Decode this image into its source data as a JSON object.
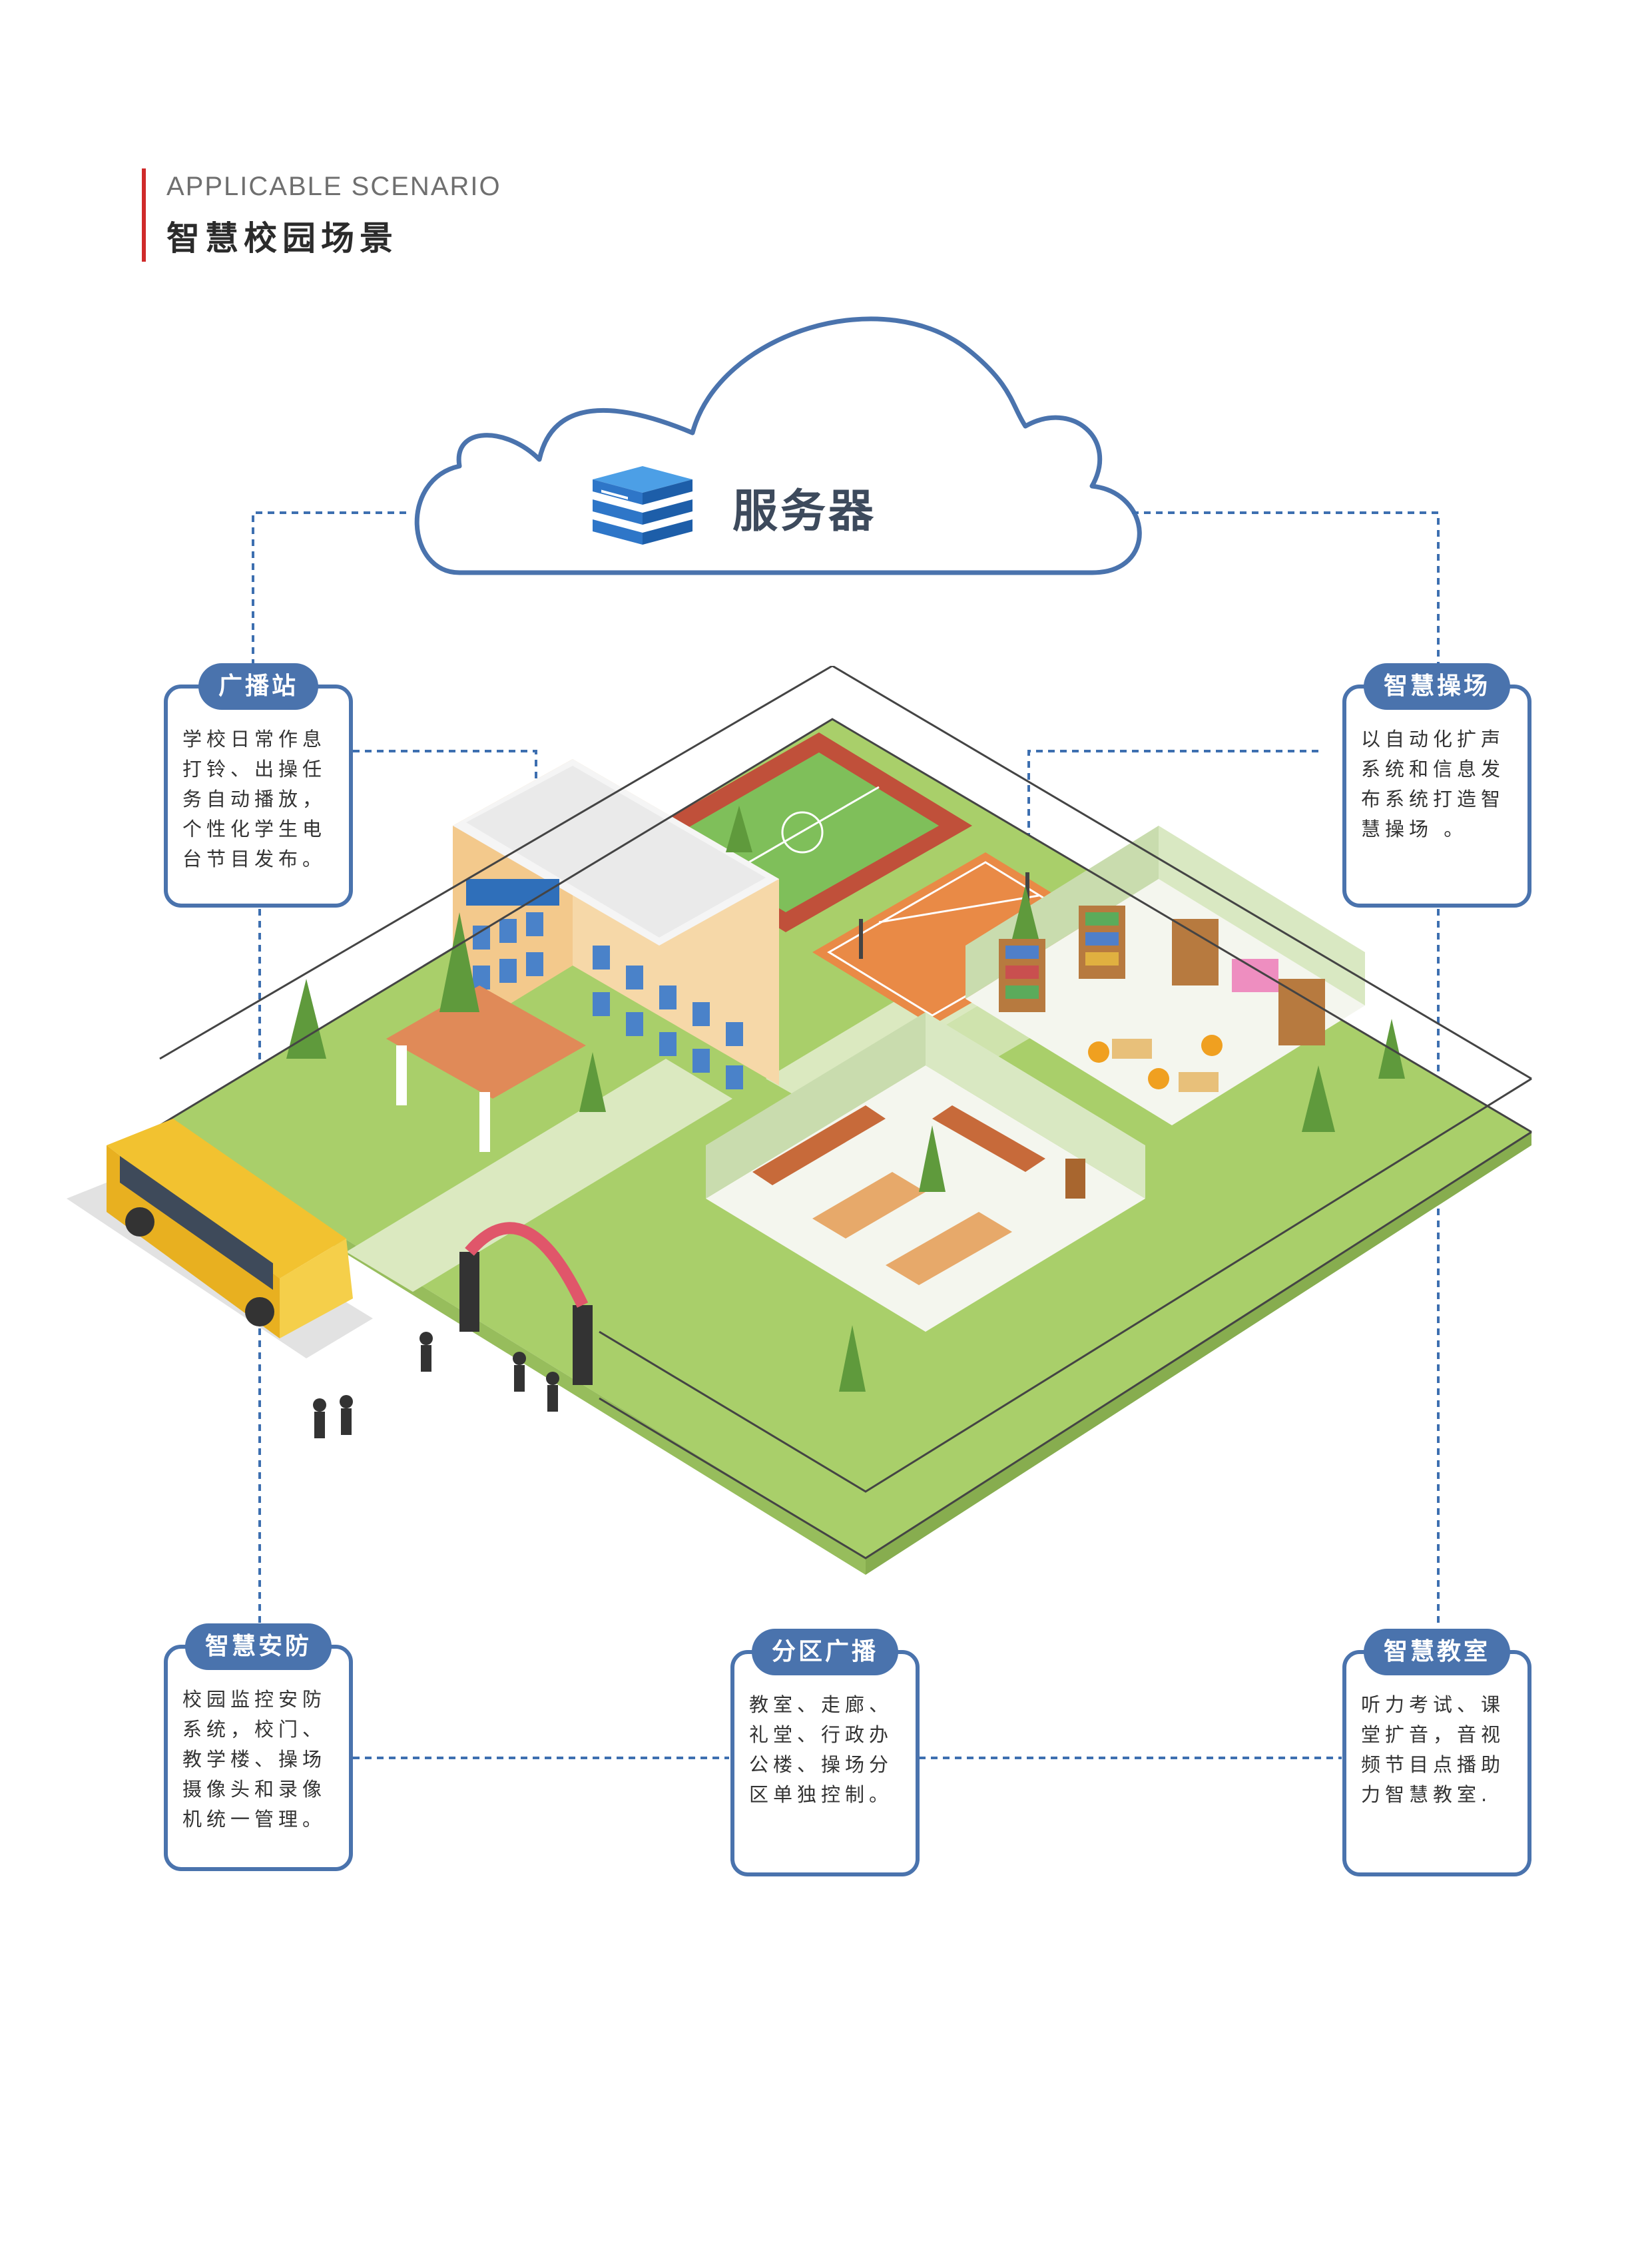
{
  "header": {
    "title_en": "APPLICABLE SCENARIO",
    "title_cn": "智慧校园场景"
  },
  "server": {
    "label": "服务器",
    "icon": "server-icon"
  },
  "cards": [
    {
      "id": "broadcast-station",
      "title": "广播站",
      "text": "学校日常作息打铃、出操任务自动播放，个性化学生电台节目发布。"
    },
    {
      "id": "smart-playground",
      "title": "智慧操场",
      "text": "以自动化扩声系统和信息发布系统打造智慧操场 。"
    },
    {
      "id": "smart-security",
      "title": "智慧安防",
      "text": "校园监控安防系统，校门、教学楼、操场摄像头和录像机统一管理。"
    },
    {
      "id": "zone-broadcast",
      "title": "分区广播",
      "text": "教室、走廊、礼堂、行政办公楼、操场分区单独控制。"
    },
    {
      "id": "smart-classroom",
      "title": "智慧教室",
      "text": "听力考试、课堂扩音，音视频节目点播助力智慧教室."
    }
  ],
  "colors": {
    "accent_red": "#cf2a2a",
    "card_blue": "#4a73ad",
    "grass": "#a9cf6a",
    "track": "#c0503a",
    "court": "#e98a46",
    "bus": "#f2c230",
    "building": "#f3c98c"
  }
}
